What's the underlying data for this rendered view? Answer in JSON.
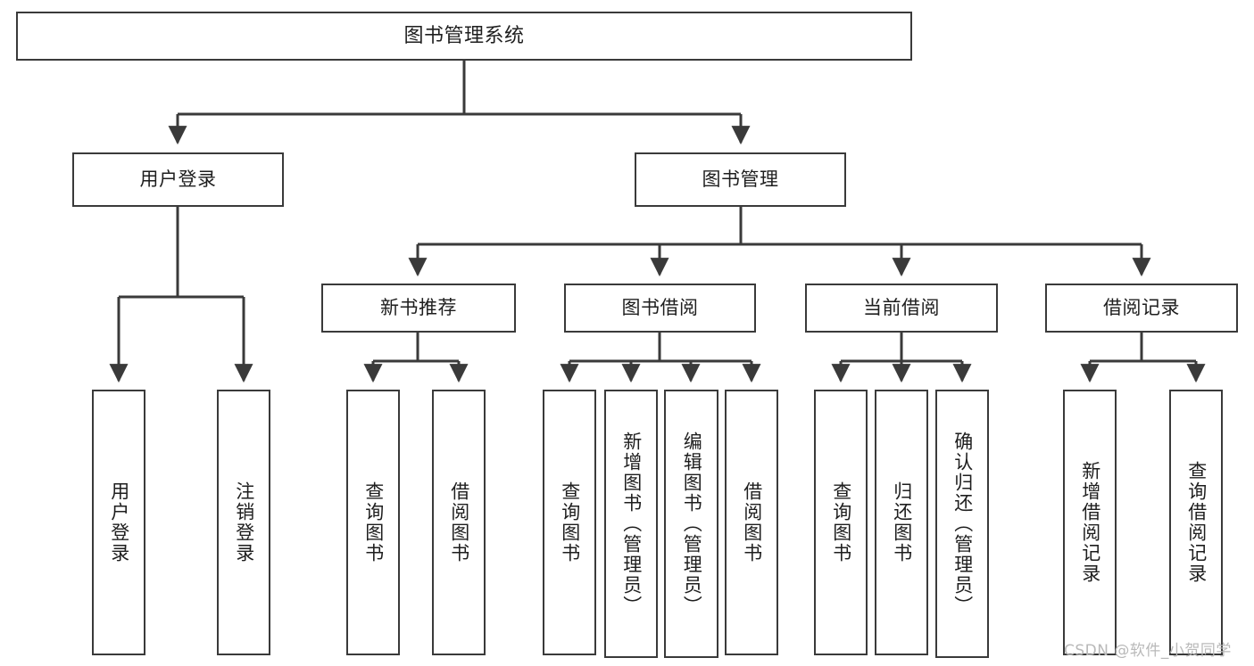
{
  "diagram": {
    "title": "图书管理系统",
    "watermark": "CSDN @软件_小贺同学",
    "line_color": "#3a3a3a",
    "box_fill": "#ffffff",
    "text_color": "#1e1e1e",
    "watermark_color": "#b9b9b9",
    "type": "tree-hierarchy-diagram",
    "levels": 4
  },
  "nodes": {
    "root": {
      "label": "图书管理系统"
    },
    "level2": [
      {
        "label": "用户登录"
      },
      {
        "label": "图书管理"
      }
    ],
    "level3": [
      {
        "label": "新书推荐"
      },
      {
        "label": "图书借阅"
      },
      {
        "label": "当前借阅"
      },
      {
        "label": "借阅记录"
      }
    ],
    "leaves": [
      {
        "label": "用户登录",
        "parent": "用户登录"
      },
      {
        "label": "注销登录",
        "parent": "用户登录"
      },
      {
        "label": "查询图书",
        "parent": "新书推荐"
      },
      {
        "label": "借阅图书",
        "parent": "新书推荐"
      },
      {
        "label": "查询图书",
        "parent": "图书借阅"
      },
      {
        "label": "新增图书（管理员）",
        "parent": "图书借阅"
      },
      {
        "label": "编辑图书（管理员）",
        "parent": "图书借阅"
      },
      {
        "label": "借阅图书",
        "parent": "图书借阅"
      },
      {
        "label": "查询图书",
        "parent": "当前借阅"
      },
      {
        "label": "归还图书",
        "parent": "当前借阅"
      },
      {
        "label": "确认归还（管理员）",
        "parent": "当前借阅"
      },
      {
        "label": "新增借阅记录",
        "parent": "借阅记录"
      },
      {
        "label": "查询借阅记录",
        "parent": "借阅记录"
      }
    ]
  }
}
